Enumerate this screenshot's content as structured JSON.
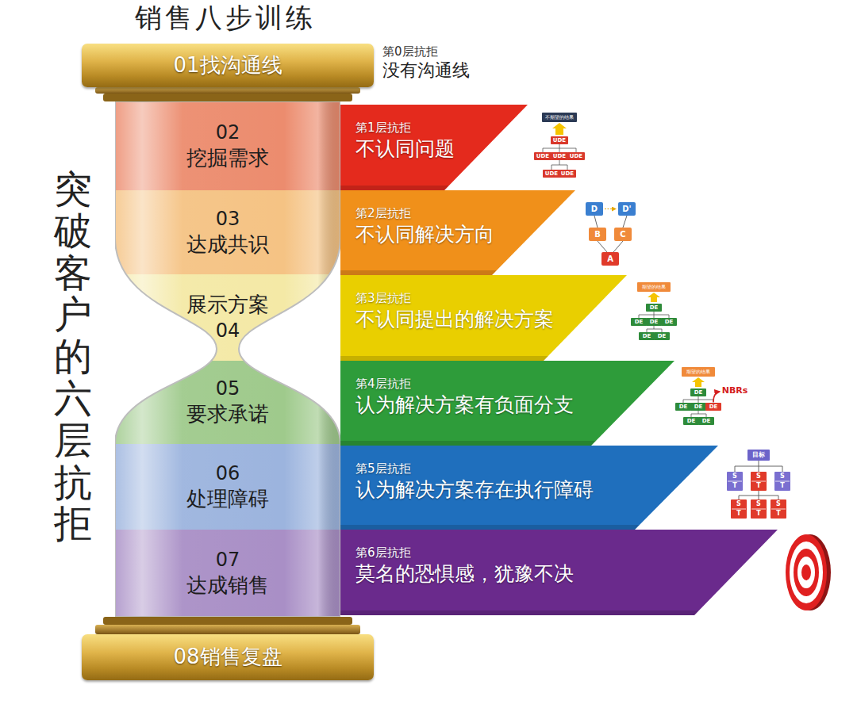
{
  "diagram": {
    "title": "销售八步训练",
    "nodes": [
      {
        "text": [
          "01找沟通线"
        ]
      },
      {
        "text": [
          "02",
          "挖掘需求"
        ]
      },
      {
        "text": [
          "第1层抗拒",
          "不认同问题"
        ]
      },
      {
        "text": [
          "03",
          "达成共识"
        ]
      },
      {
        "text": [
          "第2层抗拒",
          "不认同解决方向"
        ]
      },
      {
        "text": [
          "展示方案",
          "04"
        ]
      },
      {
        "text": [
          "第3层抗拒",
          "不认同提出的解决方案"
        ]
      },
      {
        "text": [
          "05",
          "要求承诺"
        ]
      },
      {
        "text": [
          "第4层抗拒",
          "认为解决方案有负面分支"
        ]
      },
      {
        "text": [
          "06",
          "处理障碍"
        ]
      },
      {
        "text": [
          "第5层抗拒",
          "认为解决方案存在执行障碍"
        ]
      },
      {
        "text": [
          "07",
          "达成销售"
        ]
      },
      {
        "text": [
          "第6层抗拒",
          "莫名的恐惧感，犹豫不决"
        ]
      },
      {
        "text": [
          "08销售复盘"
        ]
      }
    ],
    "labels": [
      "突破客户的六层抗拒",
      "第0层抗拒",
      "没有沟通线",
      "不期望的结果",
      "UDE",
      "UDE",
      "UDE",
      "UDE",
      "UDE",
      "UDE",
      "D",
      "D'",
      "B",
      "C",
      "A",
      "期望的结果",
      "DE",
      "DE",
      "DE",
      "DE",
      "DE",
      "DE",
      "期望的结果",
      "DE",
      "DE",
      "DE",
      "DE",
      "DE",
      "DE",
      "NBRs",
      "目标",
      "S",
      "T",
      "S",
      "T",
      "S",
      "T",
      "S",
      "T",
      "S",
      "T",
      "S",
      "T"
    ]
  }
}
